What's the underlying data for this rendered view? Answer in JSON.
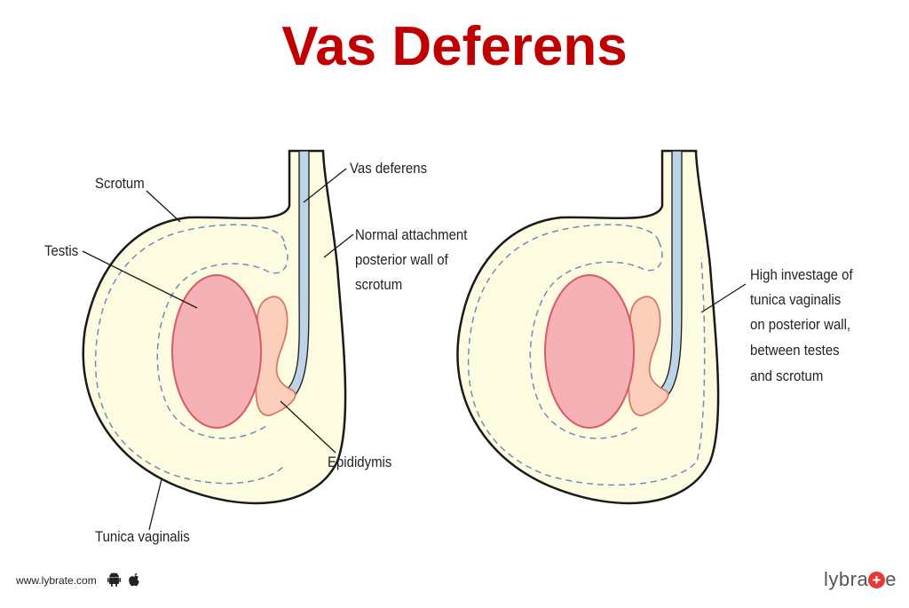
{
  "title": "Vas Deferens",
  "colors": {
    "title": "#c00000",
    "scrotum_fill": "#fdfbe0",
    "outline": "#1a1a1a",
    "testis_fill": "#f6b1b6",
    "testis_stroke": "#d85a64",
    "epididymis_fill": "#fbcfbc",
    "epididymis_stroke": "#d77a66",
    "vas_fill": "#bcd4e6",
    "tunica_dash": "#6b8fb8"
  },
  "labels": {
    "scrotum": "Scrotum",
    "testis": "Testis",
    "vas_deferens": "Vas deferens",
    "normal_attachment": [
      "Normal attachment",
      "posterior wall of",
      "scrotum"
    ],
    "epididymis": "Epididymis",
    "tunica_vaginalis": "Tunica vaginalis",
    "high_investage": [
      "High investage of",
      "tunica vaginalis",
      "on posterior wall,",
      "between testes",
      "and scrotum"
    ]
  },
  "footer": {
    "website": "www.lybrate.com",
    "logo_left": "lybra",
    "logo_plus": "+",
    "logo_right": "e"
  },
  "icons": [
    "android-icon",
    "apple-icon"
  ]
}
